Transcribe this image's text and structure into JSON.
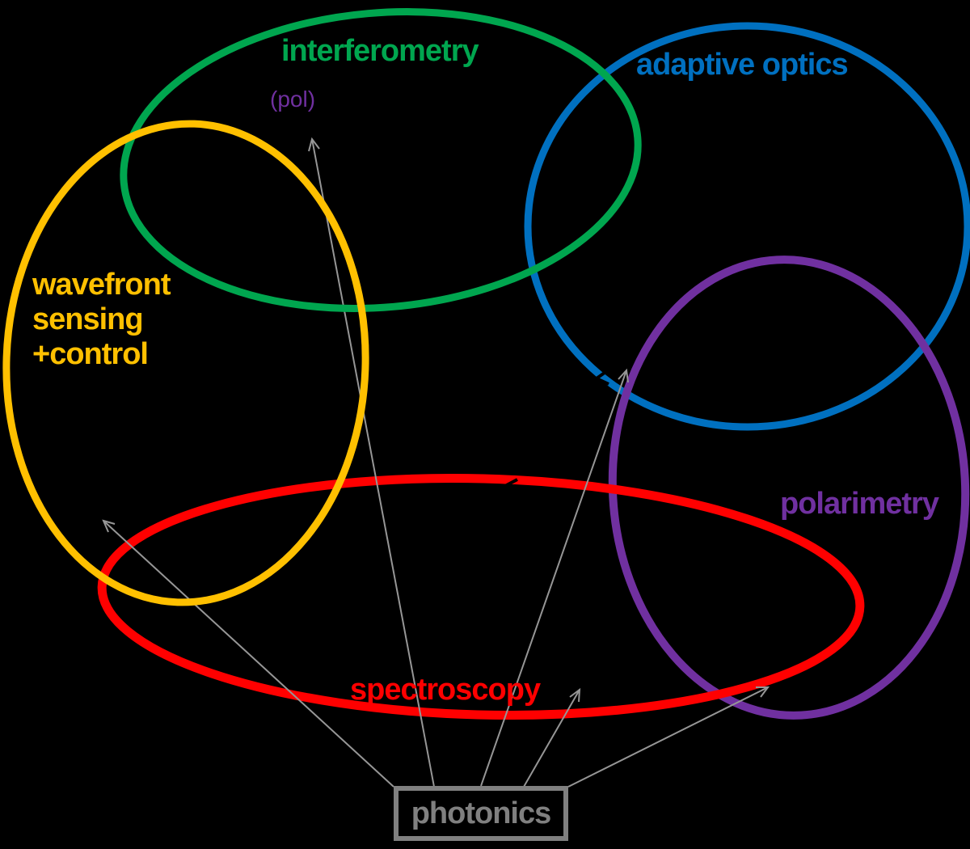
{
  "figure": {
    "background_color": "#000000",
    "sets": {
      "interferometry": {
        "label": "interferometry",
        "color": "#00A64F"
      },
      "adaptive_optics": {
        "label": "adaptive optics",
        "color": "#0070C0"
      },
      "wavefront_sensing_control": {
        "lines": [
          "wavefront",
          "sensing",
          "+control"
        ],
        "color": "#FFC000"
      },
      "polarimetry": {
        "label": "polarimetry",
        "color": "#7030A0"
      },
      "spectroscopy": {
        "label": "spectroscopy",
        "color": "#FF0000"
      }
    },
    "annotations": {
      "pol_note": {
        "label": "(pol)",
        "color": "#7030A0"
      }
    },
    "hub": {
      "label": "photonics",
      "color": "#808080"
    },
    "arrow_color": "#969696",
    "connections": [
      {
        "from": "photonics",
        "to": "wavefront sensing +control"
      },
      {
        "from": "photonics",
        "to": "interferometry (pol)"
      },
      {
        "from": "photonics",
        "to": "adaptive optics"
      },
      {
        "from": "photonics",
        "to": "spectroscopy"
      },
      {
        "from": "photonics",
        "to": "polarimetry"
      }
    ]
  }
}
